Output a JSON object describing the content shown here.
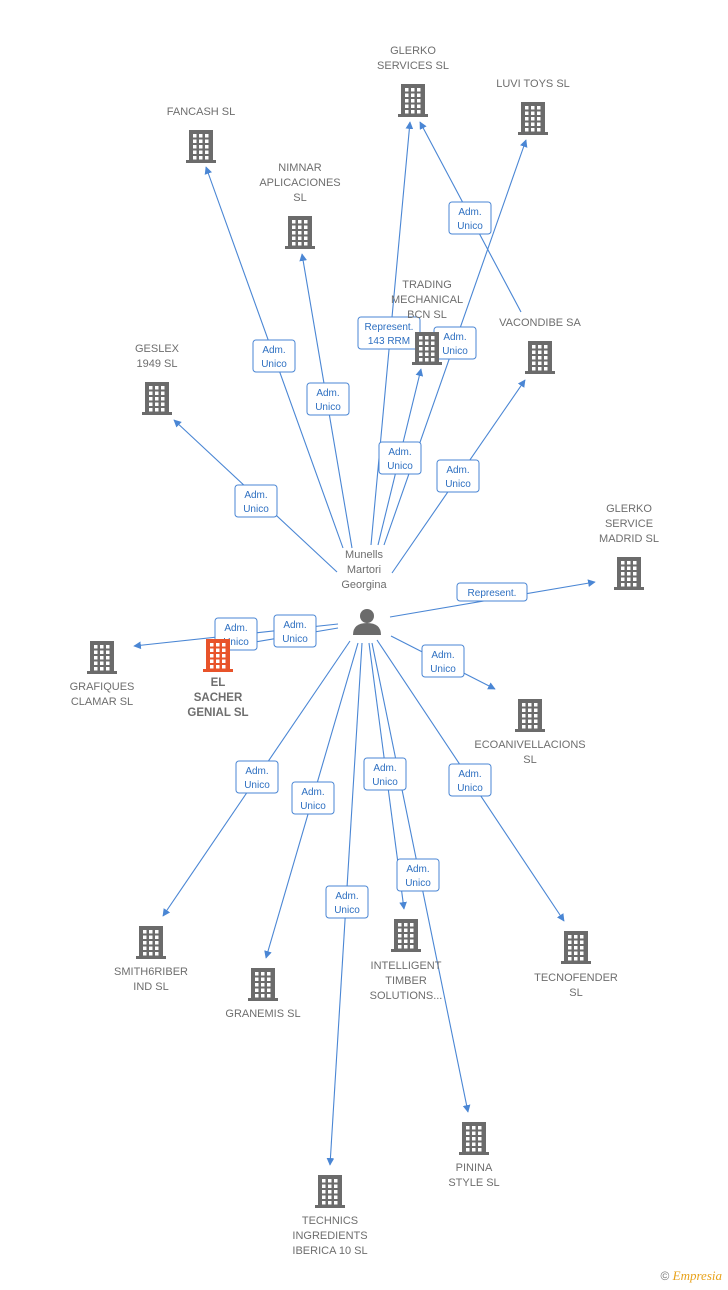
{
  "center": {
    "id": "person",
    "label_lines": [
      "Munells",
      "Martori",
      "Georgina"
    ]
  },
  "companies": [
    {
      "id": "glerko-services",
      "label_lines": [
        "GLERKO",
        "SERVICES  SL"
      ],
      "highlight": false
    },
    {
      "id": "luvi-toys",
      "label_lines": [
        "LUVI TOYS  SL"
      ],
      "highlight": false
    },
    {
      "id": "fancash",
      "label_lines": [
        "FANCASH  SL"
      ],
      "highlight": false
    },
    {
      "id": "nimnar",
      "label_lines": [
        "NIMNAR",
        "APLICACIONES",
        "SL"
      ],
      "highlight": false
    },
    {
      "id": "trading",
      "label_lines": [
        "TRADING",
        "MECHANICAL",
        "BCN  SL"
      ],
      "highlight": false
    },
    {
      "id": "vacondibe",
      "label_lines": [
        "VACONDIBE SA"
      ],
      "highlight": false
    },
    {
      "id": "geslex",
      "label_lines": [
        "GESLEX",
        "1949  SL"
      ],
      "highlight": false
    },
    {
      "id": "glerko-madrid",
      "label_lines": [
        "GLERKO",
        "SERVICE",
        "MADRID  SL"
      ],
      "highlight": false
    },
    {
      "id": "grafiques",
      "label_lines": [
        "GRAFIQUES",
        "CLAMAR  SL"
      ],
      "highlight": false
    },
    {
      "id": "el-sacher",
      "label_lines": [
        "EL",
        "SACHER",
        "GENIAL  SL"
      ],
      "highlight": true
    },
    {
      "id": "ecoanivellacions",
      "label_lines": [
        "ECOANIVELLACIONS",
        "SL"
      ],
      "highlight": false
    },
    {
      "id": "smith6riber",
      "label_lines": [
        "SMITH6RIBER",
        "IND  SL"
      ],
      "highlight": false
    },
    {
      "id": "granemis",
      "label_lines": [
        "GRANEMIS  SL"
      ],
      "highlight": false
    },
    {
      "id": "intelligent",
      "label_lines": [
        "INTELLIGENT",
        "TIMBER",
        "SOLUTIONS..."
      ],
      "highlight": false
    },
    {
      "id": "tecnofender",
      "label_lines": [
        "TECNOFENDER",
        "SL"
      ],
      "highlight": false
    },
    {
      "id": "pinina",
      "label_lines": [
        "PININA",
        "STYLE  SL"
      ],
      "highlight": false
    },
    {
      "id": "technics",
      "label_lines": [
        "TECHNICS",
        "INGREDIENTS",
        "IBERICA 10  SL"
      ],
      "highlight": false
    }
  ],
  "edges": [
    {
      "from": "person",
      "to": "glerko-services",
      "label_lines": [
        "Represent.",
        "143 RRM"
      ]
    },
    {
      "from": "vacondibe",
      "to": "glerko-services",
      "label_lines": [
        "Adm.",
        "Unico"
      ]
    },
    {
      "from": "person",
      "to": "luvi-toys",
      "label_lines": [
        "Adm.",
        "Unico"
      ]
    },
    {
      "from": "person",
      "to": "fancash",
      "label_lines": [
        "Adm.",
        "Unico"
      ]
    },
    {
      "from": "person",
      "to": "nimnar",
      "label_lines": [
        "Adm.",
        "Unico"
      ]
    },
    {
      "from": "person",
      "to": "trading",
      "label_lines": [
        "Adm.",
        "Unico"
      ]
    },
    {
      "from": "person",
      "to": "vacondibe",
      "label_lines": [
        "Adm.",
        "Unico"
      ]
    },
    {
      "from": "person",
      "to": "geslex",
      "label_lines": [
        "Adm.",
        "Unico"
      ]
    },
    {
      "from": "person",
      "to": "glerko-madrid",
      "label_lines": [
        "Represent."
      ]
    },
    {
      "from": "person",
      "to": "grafiques",
      "label_lines": [
        "Adm.",
        "Unico"
      ]
    },
    {
      "from": "person",
      "to": "el-sacher",
      "label_lines": [
        "Adm.",
        "Unico"
      ]
    },
    {
      "from": "person",
      "to": "ecoanivellacions",
      "label_lines": [
        "Adm.",
        "Unico"
      ]
    },
    {
      "from": "person",
      "to": "smith6riber",
      "label_lines": [
        "Adm.",
        "Unico"
      ]
    },
    {
      "from": "person",
      "to": "granemis",
      "label_lines": [
        "Adm.",
        "Unico"
      ]
    },
    {
      "from": "person",
      "to": "intelligent",
      "label_lines": [
        "Adm.",
        "Unico"
      ]
    },
    {
      "from": "person",
      "to": "tecnofender",
      "label_lines": [
        "Adm.",
        "Unico"
      ]
    },
    {
      "from": "person",
      "to": "pinina",
      "label_lines": [
        "Adm.",
        "Unico"
      ]
    },
    {
      "from": "person",
      "to": "technics",
      "label_lines": [
        "Adm.",
        "Unico"
      ]
    }
  ],
  "colors": {
    "edge": "#4a86d4",
    "building": "#6b6b6b",
    "building_highlight": "#e8532a",
    "person": "#6b6b6b"
  },
  "logo": {
    "copyright": "©",
    "brand": "Empresia"
  }
}
